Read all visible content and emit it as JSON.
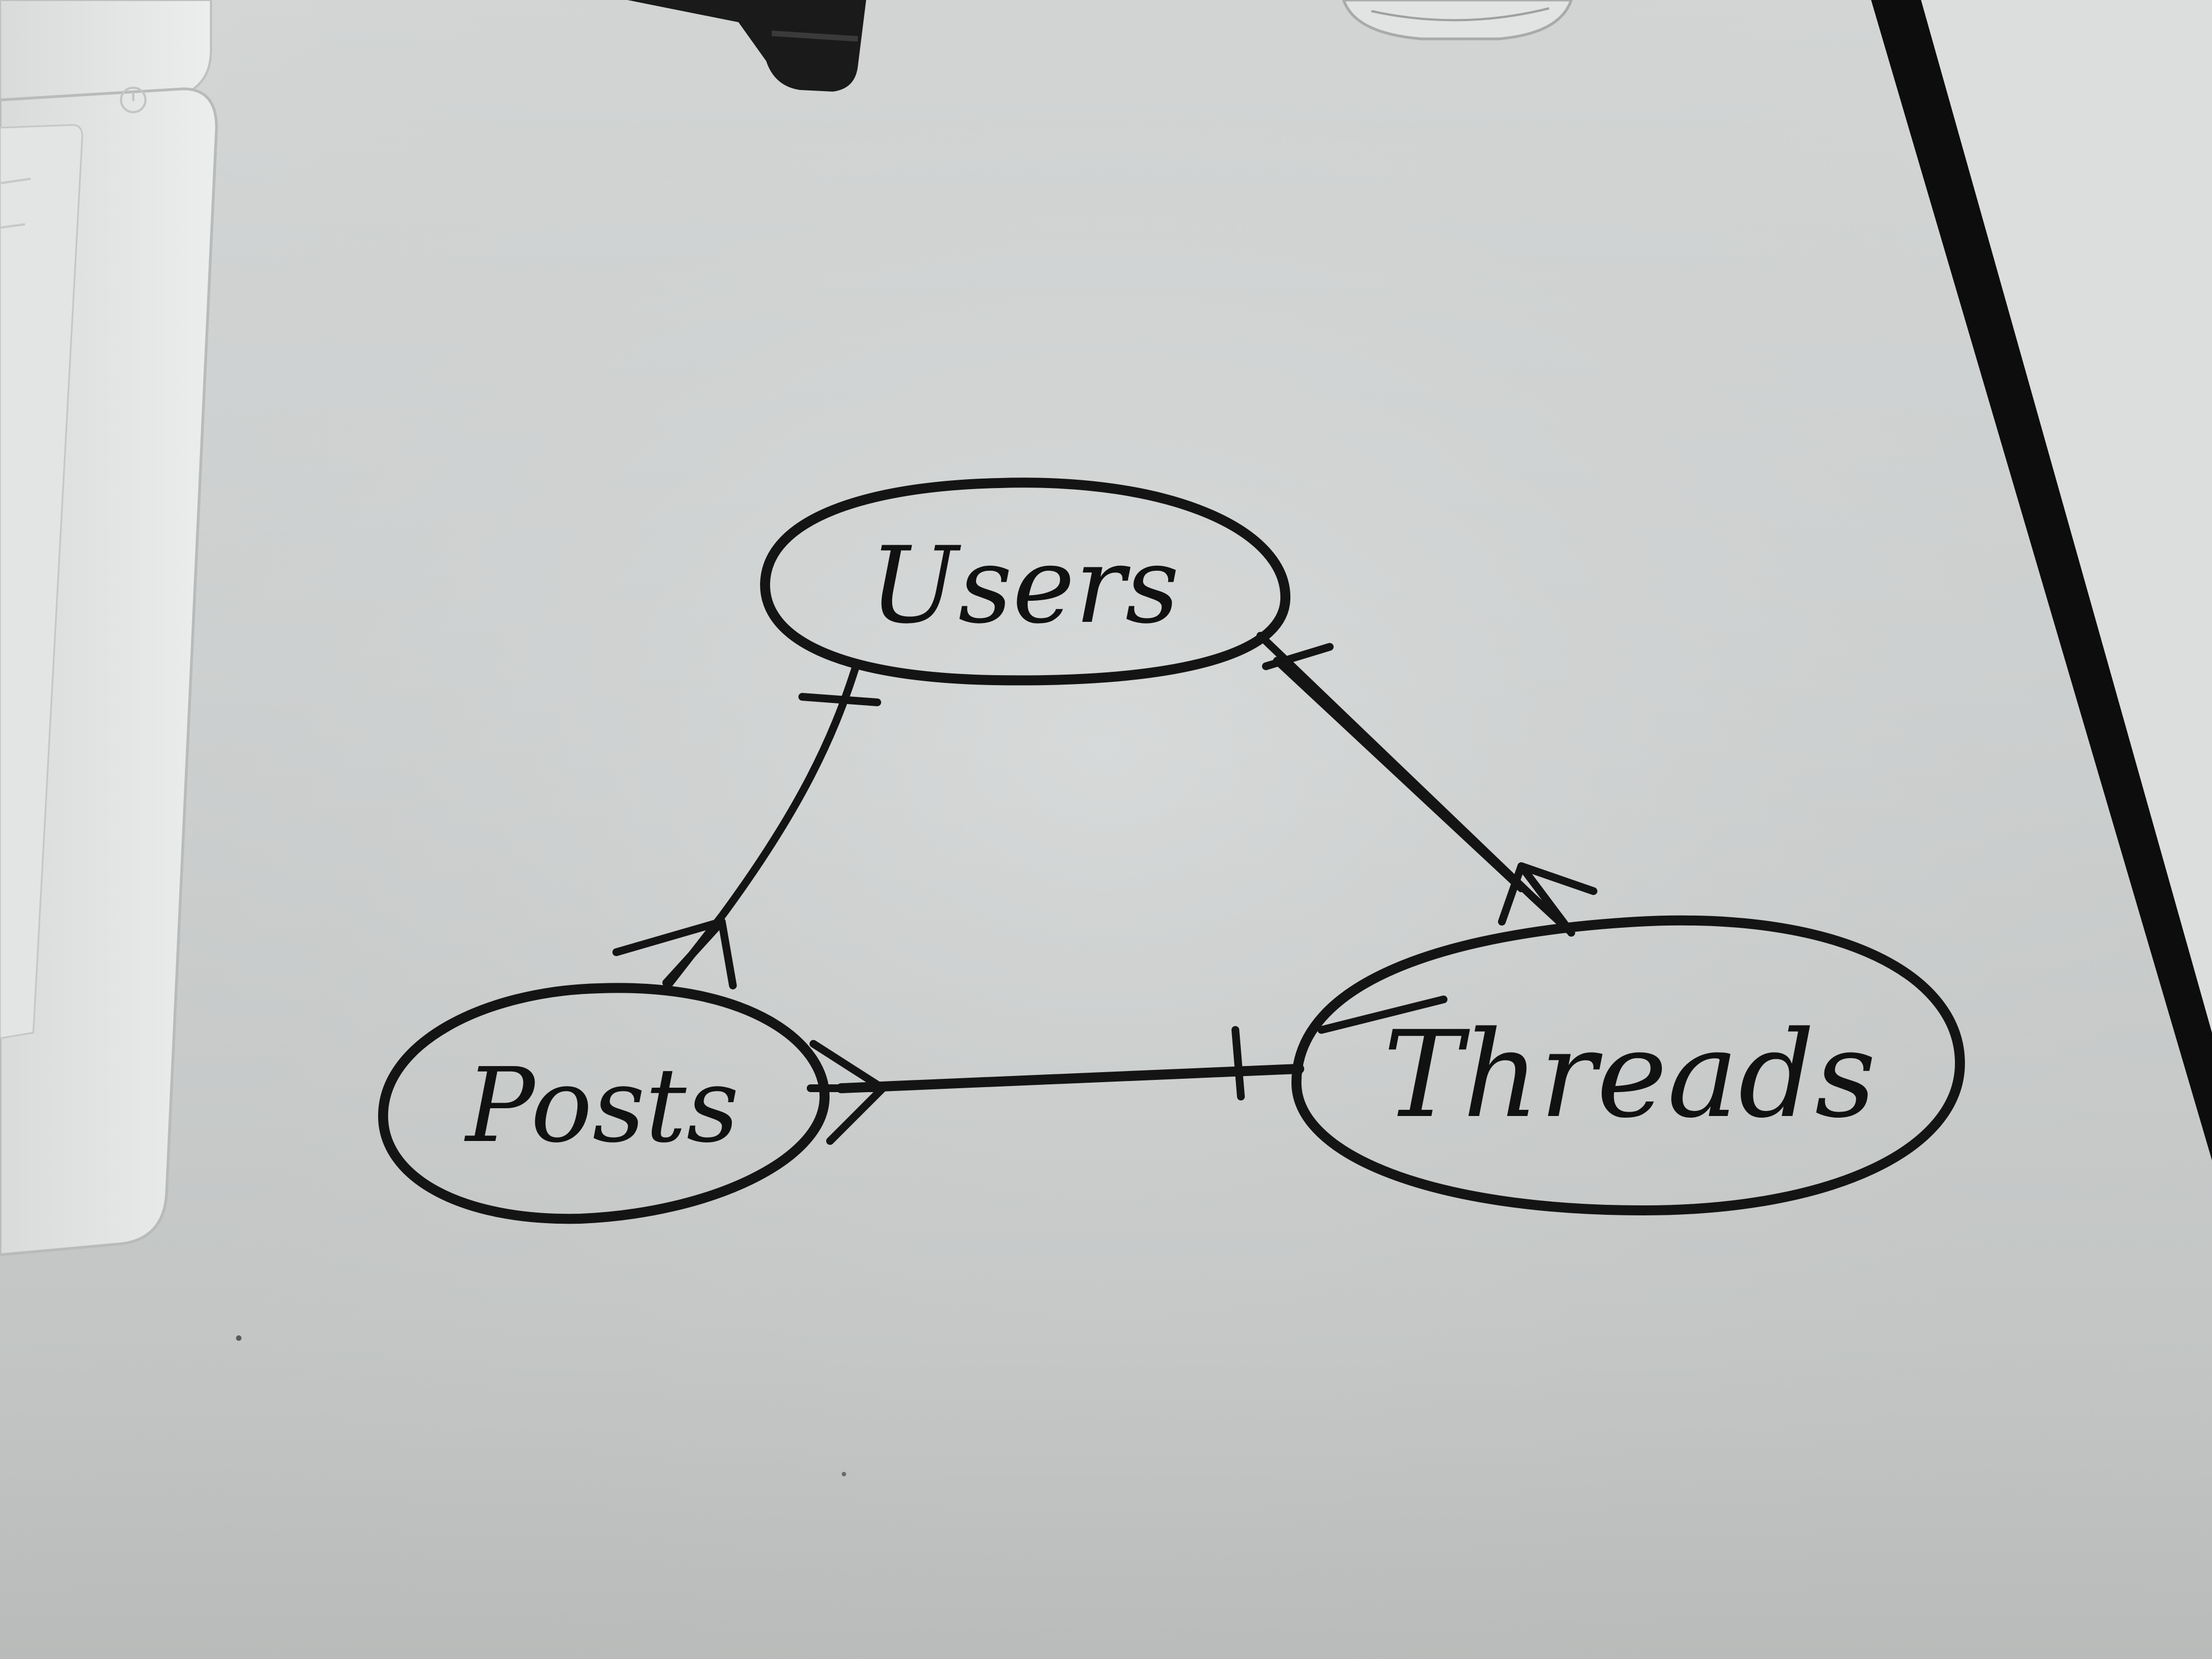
{
  "diagram": {
    "type": "entity-relationship (crow's foot)",
    "entities": [
      {
        "id": "users",
        "label": "Users"
      },
      {
        "id": "posts",
        "label": "Posts"
      },
      {
        "id": "threads",
        "label": "Threads"
      }
    ],
    "relationships": [
      {
        "from": "users",
        "to": "posts",
        "from_cardinality": "one",
        "to_cardinality": "many"
      },
      {
        "from": "users",
        "to": "threads",
        "from_cardinality": "one",
        "to_cardinality": "many"
      },
      {
        "from": "threads",
        "to": "posts",
        "from_cardinality": "one",
        "to_cardinality": "many"
      }
    ]
  },
  "colors": {
    "ink": "#141414",
    "whiteboard": "#d6d8d8",
    "frame_edge": "#0d0d0d"
  }
}
